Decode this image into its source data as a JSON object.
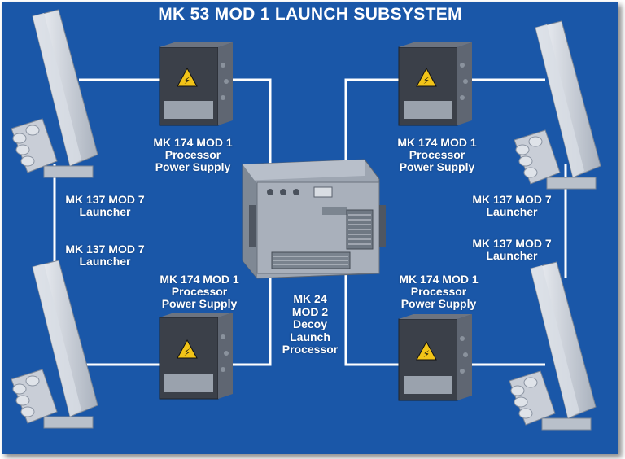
{
  "title": "MK 53 MOD 1 LAUNCH SUBSYSTEM",
  "power_supply": {
    "line1": "MK 174 MOD 1",
    "line2": "Processor",
    "line3": "Power Supply"
  },
  "launcher": {
    "line1": "MK 137 MOD 7",
    "line2": "Launcher"
  },
  "processor": {
    "line1": "MK 24",
    "line2": "MOD 2",
    "line3": "Decoy",
    "line4": "Launch",
    "line5": "Processor"
  },
  "colors": {
    "background": "#1a57a8",
    "wire": "#ffffff",
    "text": "#ffffff"
  },
  "icons": [
    "launcher-image",
    "power-supply-image",
    "processor-image",
    "electrical-hazard-icon"
  ]
}
